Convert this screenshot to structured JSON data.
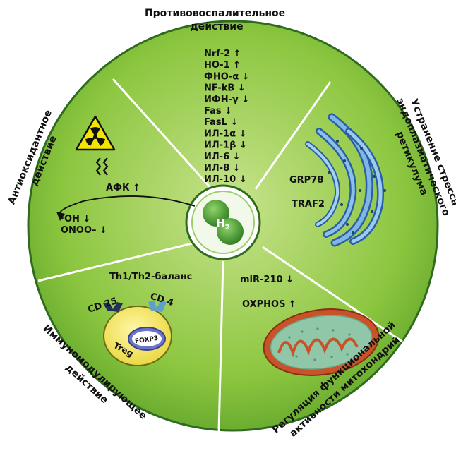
{
  "top_label": [
    "Противовоспалительное",
    "действие"
  ],
  "left_label": [
    "Антиоксидантное",
    "действие"
  ],
  "right_label": [
    "Устранение стресса",
    "эндоплазматического",
    "ретикулума"
  ],
  "bottom_left_label": [
    "Иммуномодулирующее",
    "действие"
  ],
  "bottom_right_label": [
    "Регуляция функциональной",
    "активности митохондрий"
  ],
  "center": {
    "symbol": "H",
    "subscript": "2"
  },
  "anti_inflammatory_markers": [
    "Nrf-2 ↑",
    "HO-1 ↑",
    "ФНО-α ↓",
    "NF-kB ↓",
    "ИФН-γ ↓",
    "Fas ↓",
    "FasL ↓",
    "ИЛ-1α ↓",
    "ИЛ-1β ↓",
    "ИЛ-6 ↓",
    "ИЛ-8 ↓",
    "ИЛ-10 ↓"
  ],
  "antioxidant": {
    "afk": "АФК ↑",
    "oh": "·OH ↓",
    "onoo": "ONOO– ↓"
  },
  "er_stress": {
    "grp": "GRP78",
    "traf": "TRAF2"
  },
  "immuno": {
    "balance": "Th1/Th2-баланс",
    "cd25": "CD 25",
    "cd4": "CD 4",
    "treg": "Treg",
    "foxp3": "FOXP3"
  },
  "mito": {
    "mir": "miR-210 ↓",
    "oxphos": "OXPHOS ↑"
  },
  "colors": {
    "disk": "#8cc63f",
    "disk_dark": "#2f7d1f",
    "center_fill": "#ffffff",
    "h2": "#3a8f2a",
    "er": "#4a8fd0",
    "mito_outer": "#c8532a",
    "mito_inner": "#8fc7a8",
    "treg": "#f5e84a",
    "foxp3": "#6b74c8"
  }
}
